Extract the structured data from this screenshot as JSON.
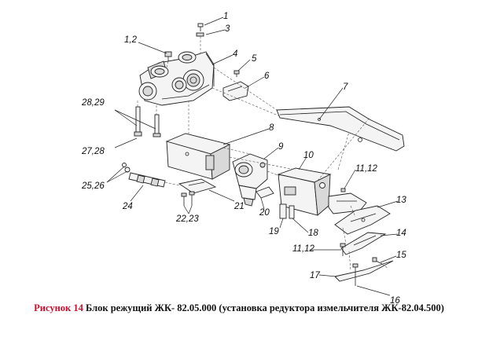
{
  "callouts": {
    "c1": "1",
    "c3": "3",
    "c1_2": "1,2",
    "c4": "4",
    "c5": "5",
    "c6": "6",
    "c7": "7",
    "c8": "8",
    "c9": "9",
    "c10": "10",
    "c11_12a": "11,12",
    "c13": "13",
    "c14": "14",
    "c15": "15",
    "c16": "16",
    "c17": "17",
    "c18": "18",
    "c19": "19",
    "c20": "20",
    "c21": "21",
    "c22_23": "22,23",
    "c24": "24",
    "c25_26": "25,26",
    "c27_28": "27,28",
    "c28_29": "28,29",
    "c11_12b": "11,12"
  },
  "caption": {
    "prefix": "Рисунок 14",
    "text": " Блок режущий ЖК- 82.05.000 (установка редуктора измельчителя ЖК-82.04.500)"
  }
}
